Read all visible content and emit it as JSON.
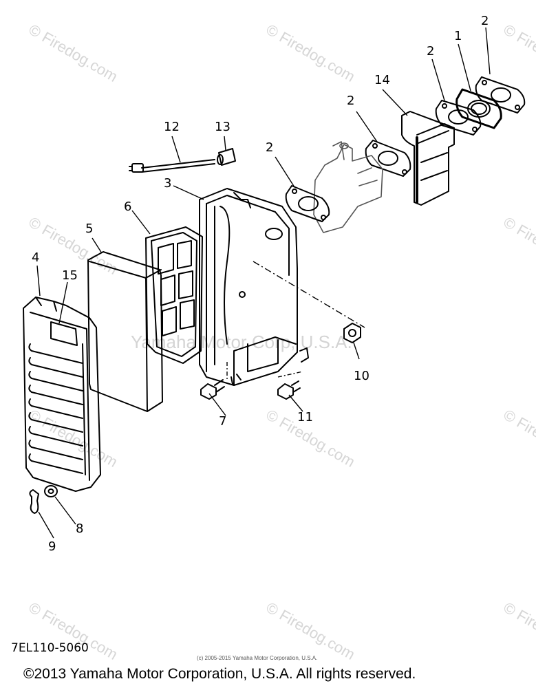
{
  "watermark": {
    "text": "© Firedog.com",
    "center_text": "Yamaha Motor Corp, U.S.A."
  },
  "callouts": {
    "c2_a": "2",
    "c1": "1",
    "c2_b": "2",
    "c14": "14",
    "c2_c": "2",
    "c12": "12",
    "c13": "13",
    "c3": "3",
    "c2_d": "2",
    "c6": "6",
    "c5": "5",
    "c4": "4",
    "c15": "15",
    "c10": "10",
    "c7": "7",
    "c11": "11",
    "c8": "8",
    "c9": "9"
  },
  "footer": {
    "part_code": "7EL110-5060",
    "small_copyright": "(c) 2005-2015 Yamaha Motor Corporation, U.S.A.",
    "main_copyright": "©2013 Yamaha Motor Corporation, U.S.A. All rights reserved."
  }
}
